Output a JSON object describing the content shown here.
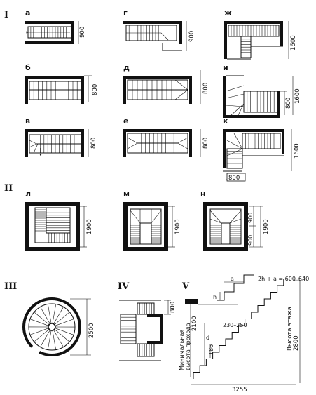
{
  "sections": {
    "s1": "I",
    "s2": "II",
    "s3": "III",
    "s4": "IV",
    "s5": "V"
  },
  "plans": {
    "a": {
      "label": "а",
      "dim": "900"
    },
    "g": {
      "label": "г",
      "dim": "900"
    },
    "zh": {
      "label": "ж",
      "dim": "1600"
    },
    "b": {
      "label": "б",
      "dim": "800"
    },
    "d": {
      "label": "д",
      "dim": "800"
    },
    "i": {
      "label": "и",
      "dim1": "800",
      "dim2": "1600"
    },
    "v": {
      "label": "в",
      "dim": "800"
    },
    "e": {
      "label": "е",
      "dim": "800"
    },
    "k": {
      "label": "к",
      "dim1": "1600",
      "dim2": "800"
    },
    "l": {
      "label": "л",
      "dim": "1900"
    },
    "m": {
      "label": "м",
      "dim": "1900"
    },
    "n": {
      "label": "н",
      "dim1": "900",
      "dim2": "900",
      "dim3": "1900"
    }
  },
  "spiral": {
    "dim": "2500"
  },
  "section4": {
    "dim": "800"
  },
  "section5": {
    "formula": "2h + a = 600–640",
    "a": "a",
    "h": "h",
    "d": "d",
    "tread": "230–250",
    "riser": "186",
    "min_height_label1": "Минимальная",
    "min_height_label2": "высота прохода",
    "min_height_value": "2100",
    "floor_height_label": "Высота этажа",
    "floor_height_value": "2800",
    "run": "3255"
  }
}
